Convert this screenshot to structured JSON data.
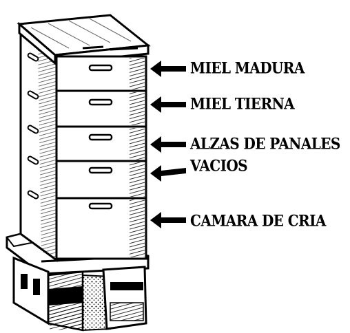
{
  "diagram": {
    "labels": [
      {
        "id": "miel-madura",
        "text": "MIEL MADURA"
      },
      {
        "id": "miel-tierna",
        "text": "MIEL TIERNA"
      },
      {
        "id": "alzas-de-panales",
        "text": "ALZAS DE PANALES"
      },
      {
        "id": "vacios",
        "text": "VACIOS"
      },
      {
        "id": "camara-de-cria",
        "text": "CAMARA DE CRIA"
      }
    ]
  },
  "colors": {
    "ink": "#000000",
    "paper": "#ffffff"
  }
}
